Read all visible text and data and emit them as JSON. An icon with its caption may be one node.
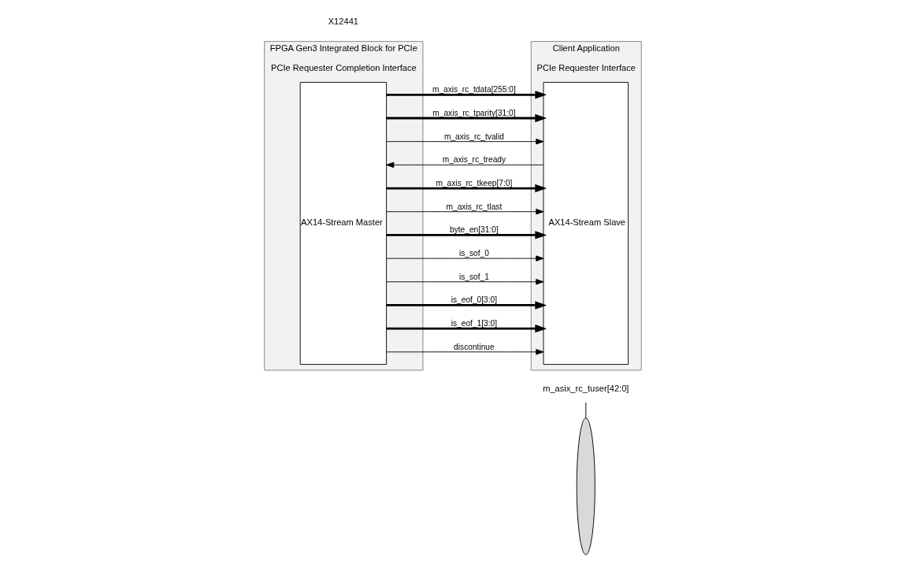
{
  "diagram": {
    "nodes": [
      {
        "text": [
          "FPGA Gen3 Integrated Block for PCIe",
          "PCIe Requester Completion Interface"
        ]
      },
      {
        "text": [
          "AX14-Stream Master"
        ],
        "in": 0
      },
      {
        "text": [
          "Client Application",
          "PCIe Requester Interface"
        ]
      },
      {
        "text": [
          "AX14-Stream Slave"
        ],
        "in": 2
      },
      {
        "text": [],
        "shape": "ellipse"
      },
      {
        "text": [
          "m_asix_rc_tuser[42:0]"
        ]
      }
    ],
    "edges": [
      {
        "from": 1,
        "to": 3,
        "arrow": "to",
        "label": "m_axis_rc_tdata[255:0]",
        "style": "thick"
      },
      {
        "from": 1,
        "to": 3,
        "arrow": "to",
        "label": "m_axis_rc_tparity[31:0]",
        "style": "thick"
      },
      {
        "from": 1,
        "to": 3,
        "arrow": "to",
        "label": "m_axis_rc_tvalid"
      },
      {
        "from": 3,
        "to": 1,
        "arrow": "to",
        "label": "m_axis_rc_tready"
      },
      {
        "from": 1,
        "to": 3,
        "arrow": "to",
        "label": "m_axis_rc_tkeep[7:0]",
        "style": "thick"
      },
      {
        "from": 1,
        "to": 3,
        "arrow": "to",
        "label": "m_axis_rc_tlast"
      },
      {
        "from": 1,
        "to": 3,
        "arrow": "to",
        "label": "byte_en[31:0]",
        "style": "thick"
      },
      {
        "from": 1,
        "to": 3,
        "arrow": "to",
        "label": "is_sof_0"
      },
      {
        "from": 1,
        "to": 3,
        "arrow": "to",
        "label": "is_sof_1"
      },
      {
        "from": 1,
        "to": 3,
        "arrow": "to",
        "label": "is_eof_0[3:0]",
        "style": "thick"
      },
      {
        "from": 1,
        "to": 3,
        "arrow": "to",
        "label": "is_eof_1[3:0]",
        "style": "thick"
      },
      {
        "from": 1,
        "to": 3,
        "arrow": "to",
        "label": "discontinue"
      },
      {
        "from": 5,
        "to": 4,
        "arrow": "none"
      }
    ],
    "labels": [
      "X12441"
    ]
  }
}
